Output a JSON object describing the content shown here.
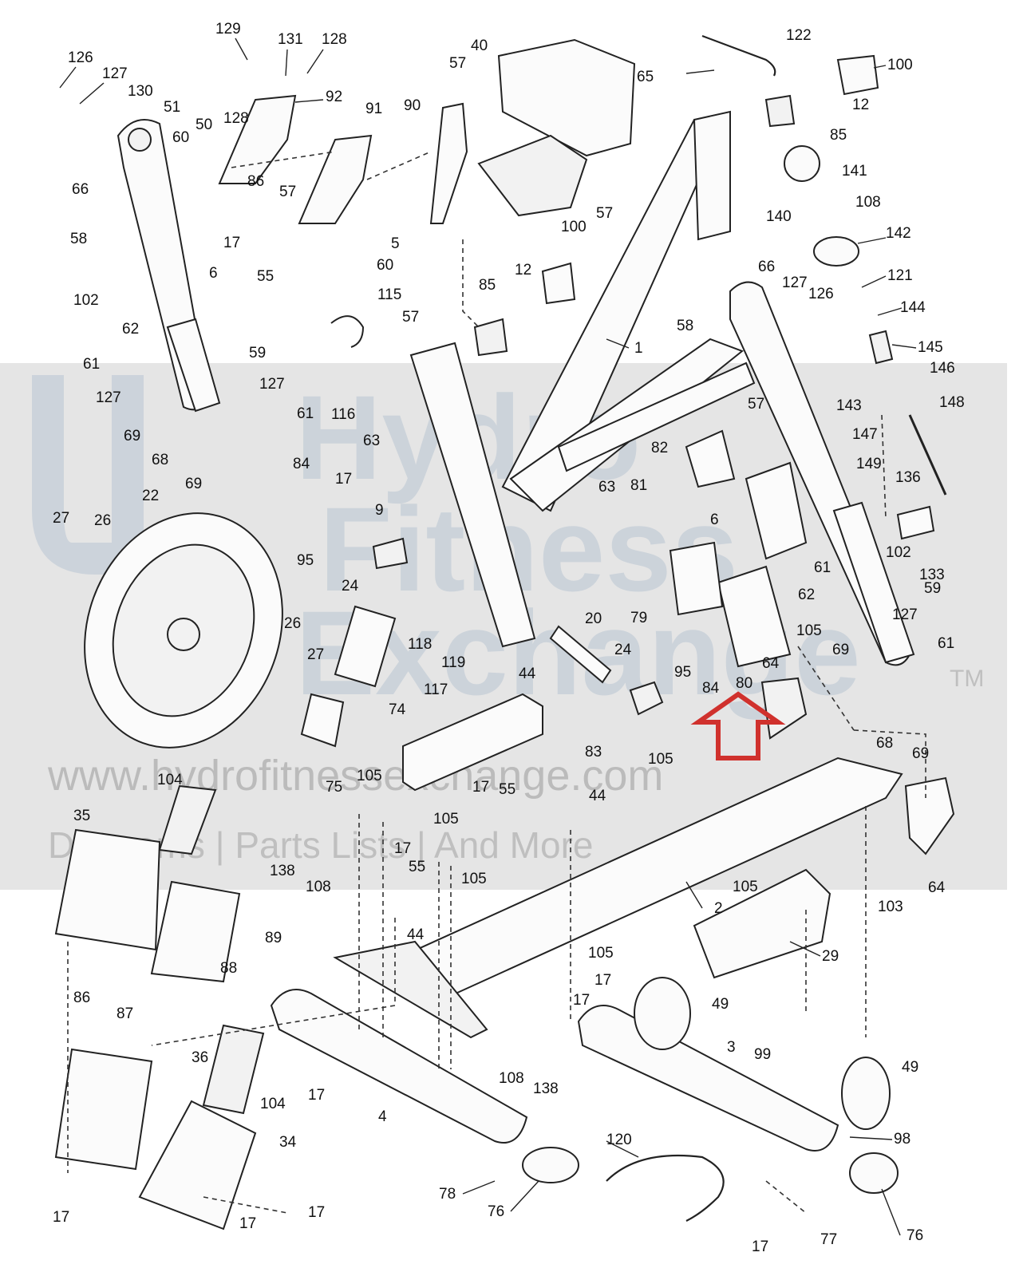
{
  "watermark": {
    "brand_line1": "Hydro",
    "brand_line2": "Fitness",
    "brand_line3": "Exchange",
    "url": "www.hydrofitnessexchange.com",
    "tagline": "Diagrams | Parts Lists | And More",
    "trademark": "TM"
  },
  "highlighted_part": "80",
  "colors": {
    "highlight_arrow": "#d0312d",
    "watermark_band": "#d0d0d0",
    "watermark_logo": "#9fb3c8"
  },
  "labels": {
    "l126a": "126",
    "l127a": "127",
    "l130": "130",
    "l51": "51",
    "l129": "129",
    "l131": "131",
    "l128a": "128",
    "l92": "92",
    "l50": "50",
    "l128b": "128",
    "l60a": "60",
    "l86a": "86",
    "l57a": "57",
    "l91": "91",
    "l66a": "66",
    "l58a": "58",
    "l17a": "17",
    "l55a": "55",
    "l6a": "6",
    "l102a": "102",
    "l62a": "62",
    "l61a": "61",
    "l127b": "127",
    "l59a": "59",
    "l115": "115",
    "l57b": "57",
    "l116": "116",
    "l127c": "127",
    "l61b": "61",
    "l69a": "69",
    "l68a": "68",
    "l69b": "69",
    "l63a": "63",
    "l84a": "84",
    "l17b": "17",
    "l9": "9",
    "l95a": "95",
    "l24a": "24",
    "l22": "22",
    "l27a": "27",
    "l26a": "26",
    "l26b": "26",
    "l27b": "27",
    "l74": "74",
    "l75": "75",
    "l118": "118",
    "l119": "119",
    "l44a": "44",
    "l117": "117",
    "l40": "40",
    "l57c": "57",
    "l90": "90",
    "l57d": "57",
    "l5": "5",
    "l60b": "60",
    "l100a": "100",
    "l85a": "85",
    "l12a": "12",
    "l1": "1",
    "l63b": "63",
    "l20": "20",
    "l24b": "24",
    "l95b": "95",
    "l84b": "84",
    "l80": "80",
    "l83": "83",
    "l105a": "105",
    "l44b": "44",
    "l104a": "104",
    "l35": "35",
    "l105b": "105",
    "l17c": "17",
    "l55b": "55",
    "l105c": "105",
    "l17d": "17",
    "l55c": "55",
    "l105d": "105",
    "l138a": "138",
    "l108a": "108",
    "l89": "89",
    "l44c": "44",
    "l86b": "86",
    "l87": "87",
    "l88": "88",
    "l36": "36",
    "l104b": "104",
    "l17e": "17",
    "l34": "34",
    "l17f": "17",
    "l17g": "17",
    "l17h": "17",
    "l4": "4",
    "l78": "78",
    "l76a": "76",
    "l108b": "108",
    "l138b": "138",
    "l105e": "105",
    "l17i": "17",
    "l17j": "17",
    "l49a": "49",
    "l3": "3",
    "l99": "99",
    "l49b": "49",
    "l98": "98",
    "l120": "120",
    "l17k": "17",
    "l77": "77",
    "l76b": "76",
    "l2": "2",
    "l29": "29",
    "l105f": "105",
    "l122": "122",
    "l65": "65",
    "l100b": "100",
    "l12b": "12",
    "l85b": "85",
    "l140": "140",
    "l141": "141",
    "l108c": "108",
    "l142": "142",
    "l66b": "66",
    "l127d": "127",
    "l126b": "126",
    "l121": "121",
    "l144": "144",
    "l145": "145",
    "l146": "146",
    "l143": "143",
    "l148": "148",
    "l147": "147",
    "l149": "149",
    "l136": "136",
    "l102b": "102",
    "l133": "133",
    "l59b": "59",
    "l58b": "58",
    "l57e": "57",
    "l82": "82",
    "l81": "81",
    "l6b": "6",
    "l62b": "62",
    "l79": "79",
    "l61c": "61",
    "l127e": "127",
    "l61d": "61",
    "l105g": "105",
    "l69c": "69",
    "l68b": "68",
    "l69d": "69",
    "l64a": "64",
    "l64b": "64",
    "l103": "103"
  }
}
